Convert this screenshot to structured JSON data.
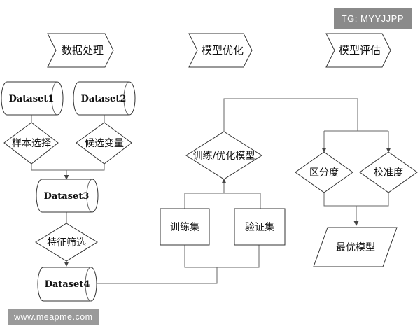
{
  "phases": {
    "data_processing": "数据处理",
    "model_optimization": "模型优化",
    "model_evaluation": "模型评估"
  },
  "nodes": {
    "dataset1": "Dataset1",
    "dataset2": "Dataset2",
    "sample_selection": "样本选择",
    "candidate_variables": "候选变量",
    "dataset3": "Dataset3",
    "feature_screening": "特征筛选",
    "dataset4": "Dataset4",
    "train_optimize": "训练/优化模型",
    "training_set": "训练集",
    "validation_set": "验证集",
    "discrimination": "区分度",
    "calibration": "校准度",
    "best_model": "最优模型"
  },
  "watermarks": {
    "tg": "TG: MYYJJPP",
    "url": "www.meapme.com"
  }
}
